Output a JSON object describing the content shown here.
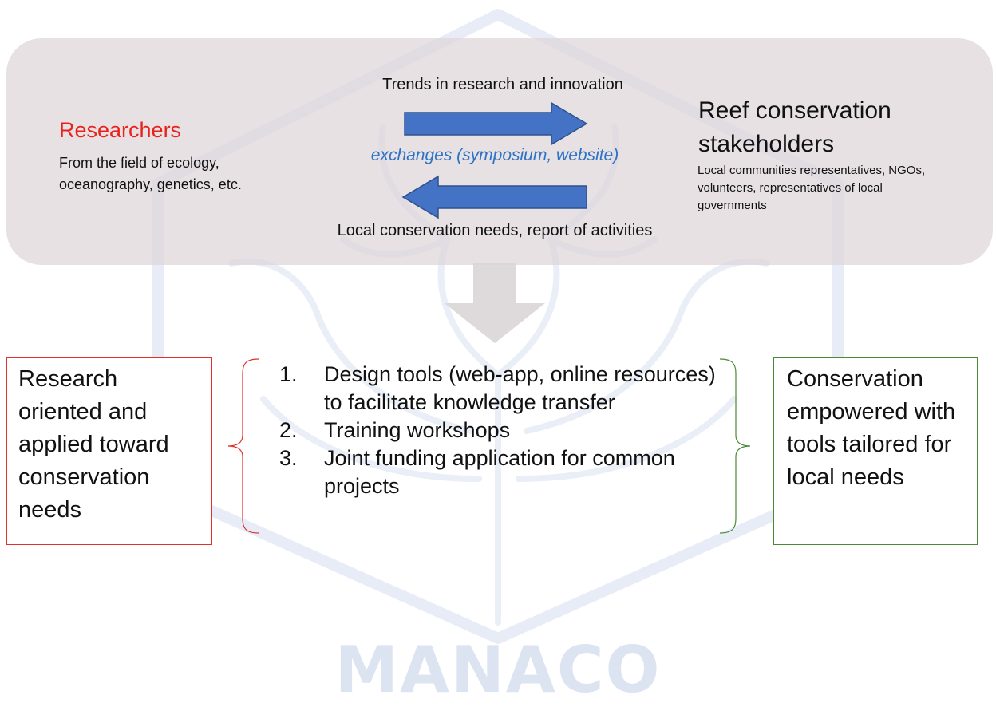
{
  "watermark": {
    "text": "MANACO"
  },
  "top_panel": {
    "researchers": {
      "title": "Researchers",
      "subtitle": "From the field of ecology, oceanography, genetics, etc."
    },
    "trend_label": "Trends in research and innovation",
    "exchange_label": "exchanges (symposium, website)",
    "local_needs_label": "Local conservation needs, report of activities",
    "stakeholders": {
      "title": "Reef conservation stakeholders",
      "subtitle": "Local communities representatives, NGOs, volunteers, representatives of local governments"
    }
  },
  "bottom": {
    "left_box": "Research oriented and applied toward conservation needs",
    "steps": [
      {
        "num": "1.",
        "text": "Design tools (web-app, online resources) to facilitate knowledge transfer"
      },
      {
        "num": "2.",
        "text": "Training workshops"
      },
      {
        "num": "3.",
        "text": "Joint funding application for common projects"
      }
    ],
    "right_box": "Conservation empowered with tools tailored for local needs"
  },
  "colors": {
    "researchers_title": "#e8231c",
    "exchange_text": "#2c73c6",
    "arrow_fill": "#4472c4",
    "arrow_stroke": "#2f528f",
    "left_box_border": "#e0312b",
    "right_box_border": "#4a8a36",
    "panel_fill": "#ded6da",
    "watermark": "#dde4f1"
  },
  "icons": {
    "watermark_emblem": "coral-hexagon-logo-icon",
    "flow_down": "down-arrow-icon",
    "flow_right": "right-arrow-icon",
    "flow_left": "left-arrow-icon"
  }
}
